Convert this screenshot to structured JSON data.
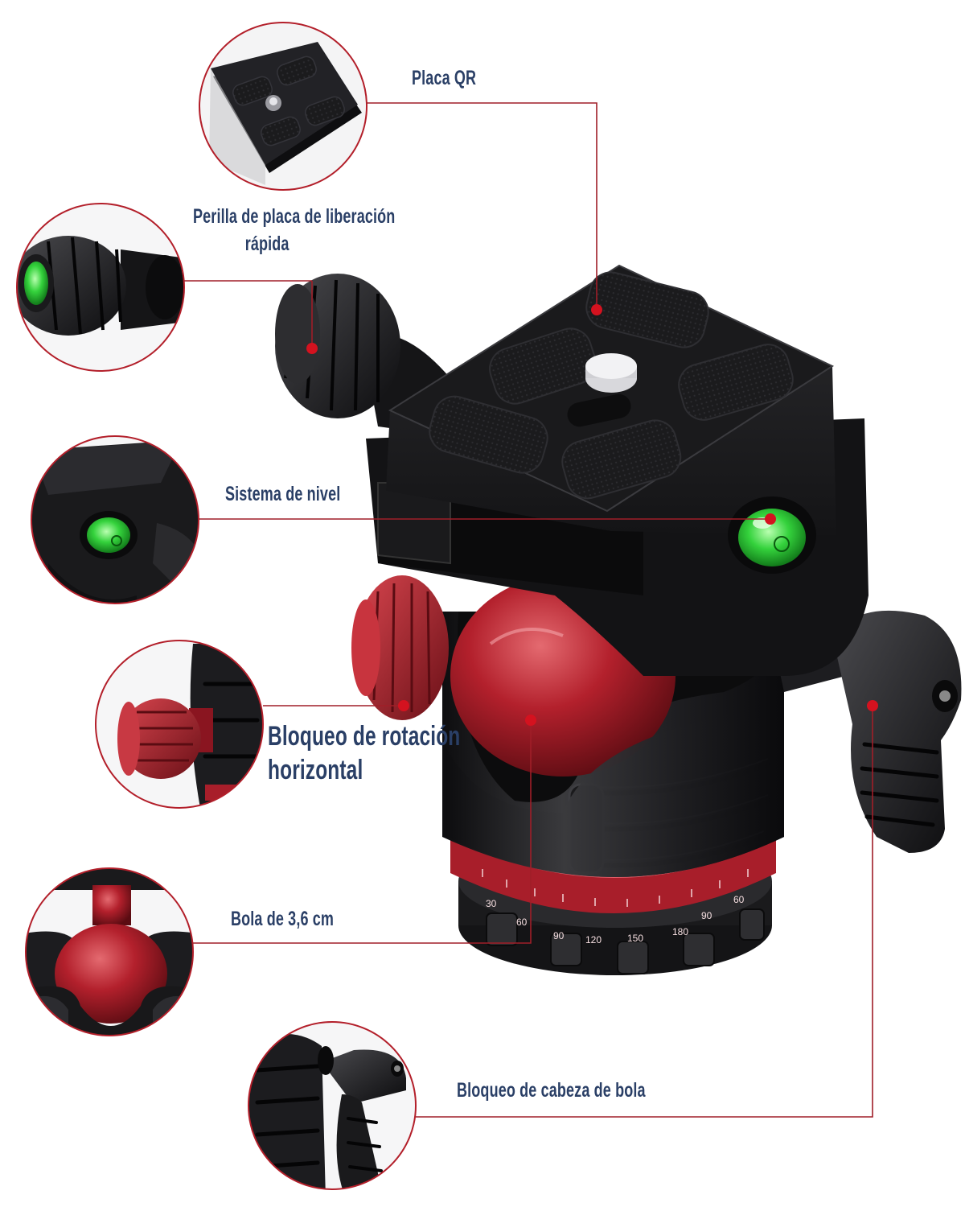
{
  "labels": {
    "qr_plate": "Placa QR",
    "qr_knob_line1": "Perilla de placa de liberación",
    "qr_knob_line2": "rápida",
    "level_system": "Sistema de nivel",
    "pan_lock_line1": "Bloqueo de rotación",
    "pan_lock_line2": "horizontal",
    "ball": "Bola de 3,6 cm",
    "ball_head_lock": "Bloqueo de cabeza de bola"
  },
  "dial_scale": [
    "30",
    "60",
    "90",
    "120",
    "150",
    "180",
    "90",
    "60"
  ],
  "colors": {
    "label_text": "#2a3f66",
    "callout_line": "#a01e28",
    "callout_dot": "#d4121f",
    "accent_red": "#b0202c",
    "body_black": "#1e1e20",
    "bubble_green": "#2ecf3a"
  }
}
